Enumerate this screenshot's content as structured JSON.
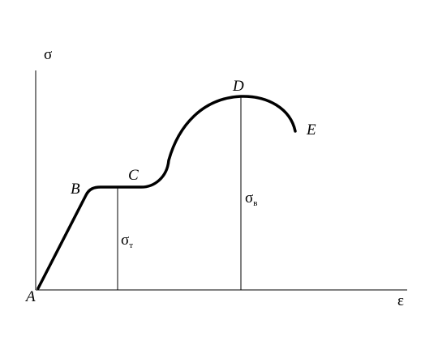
{
  "axes": {
    "y_label": "σ",
    "x_label": "ε"
  },
  "points": {
    "origin": "A",
    "b": "B",
    "c": "C",
    "d": "D",
    "e": "E"
  },
  "annotations": {
    "yield_symbol": "σ",
    "yield_subscript": "т",
    "ultimate_symbol": "σ",
    "ultimate_subscript": "в"
  }
}
